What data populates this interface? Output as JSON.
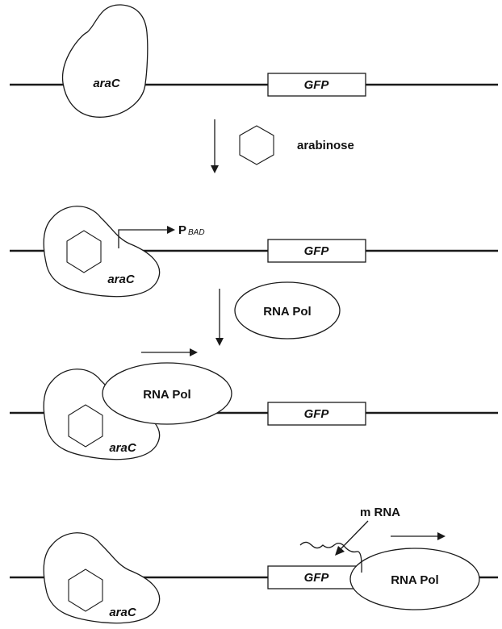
{
  "labels": {
    "arac": "araC",
    "gfp": "GFP",
    "arabinose": "arabinose",
    "promoter_main": "P",
    "promoter_sub": "BAD",
    "rna_pol": "RNA Pol",
    "mrna": "m RNA"
  }
}
